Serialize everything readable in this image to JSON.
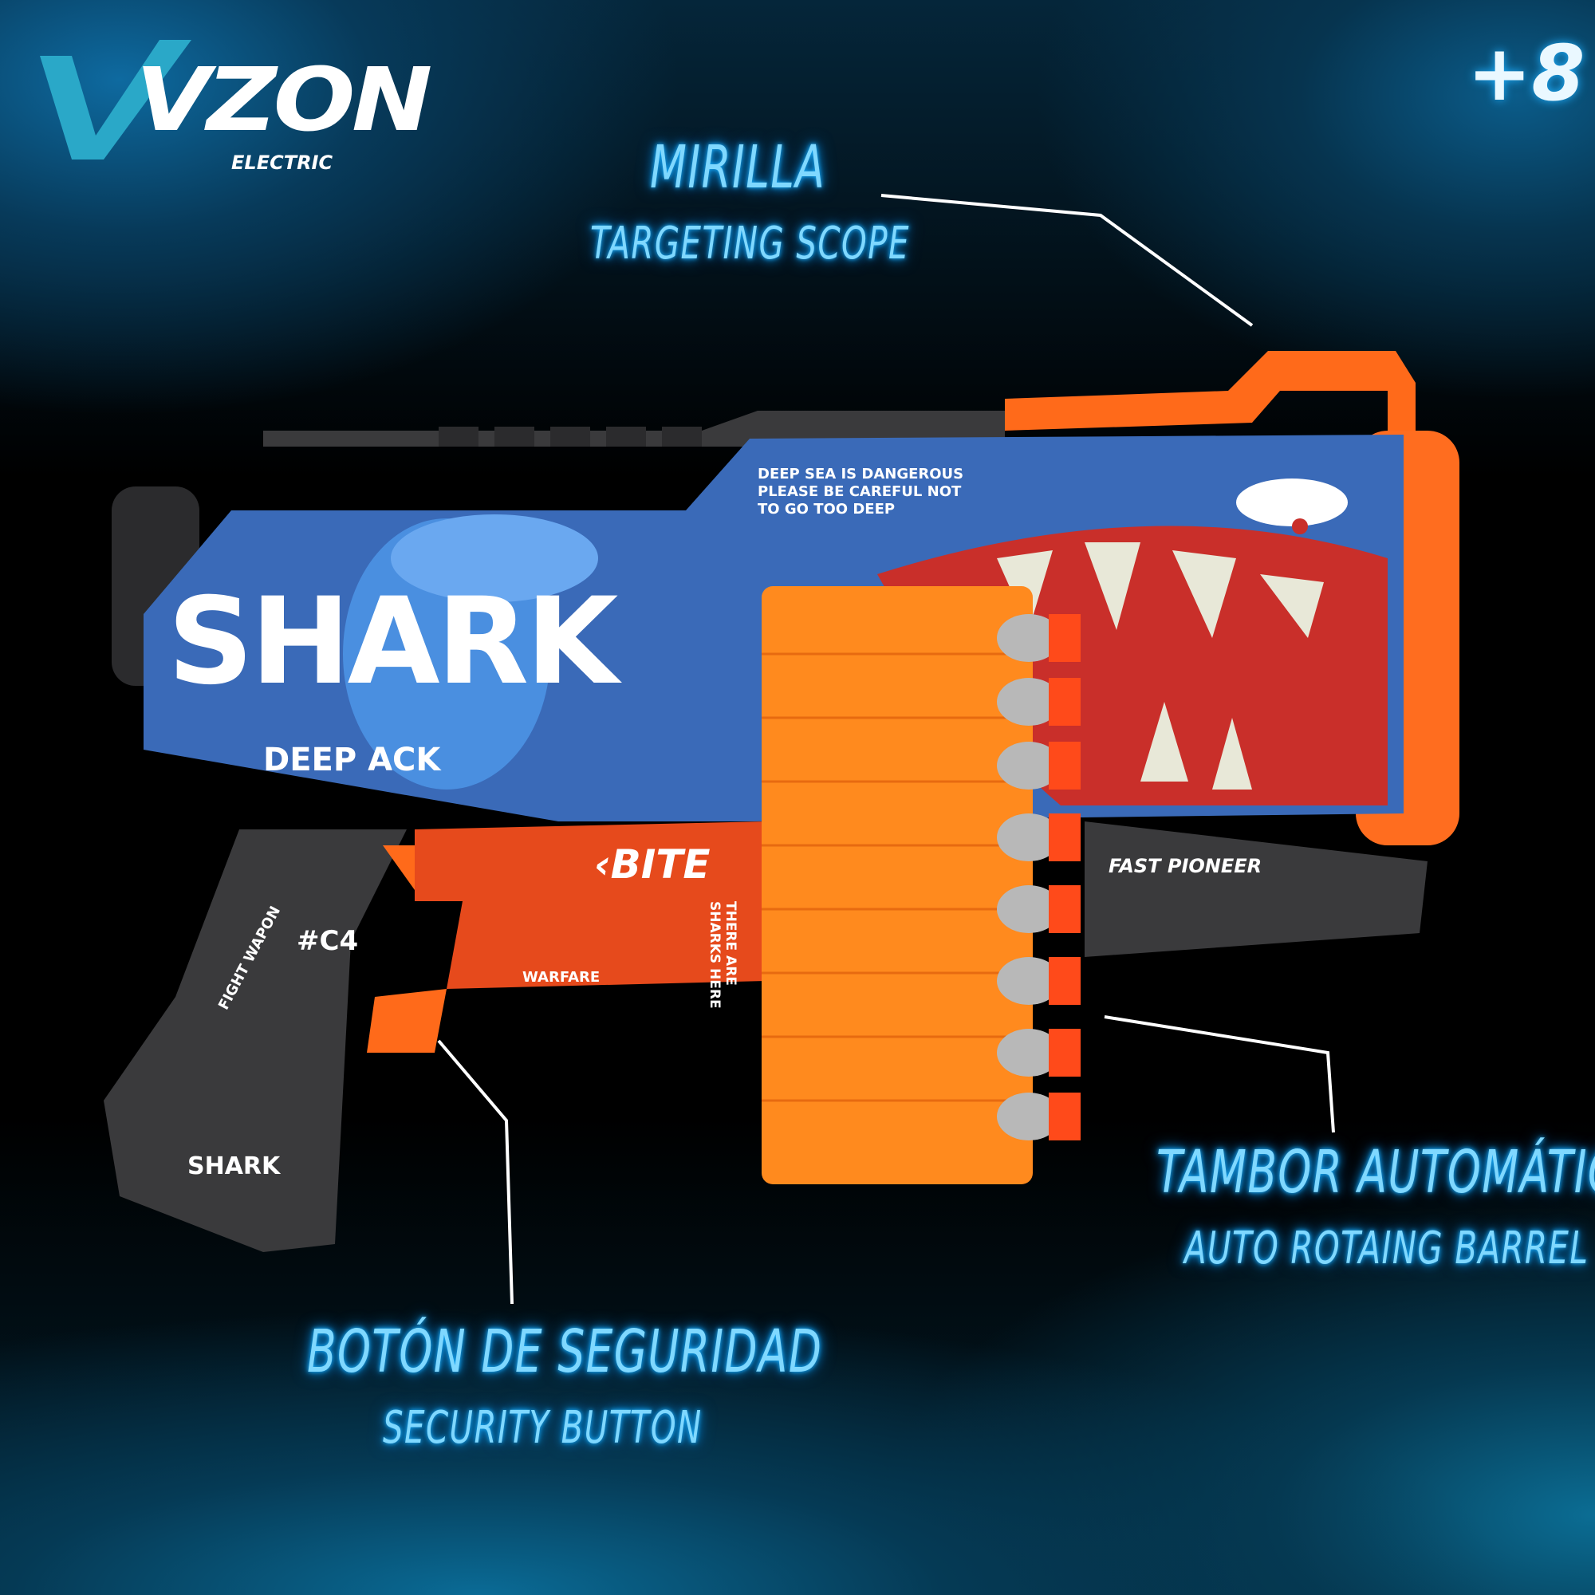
{
  "brand": {
    "logo_text": "VZON",
    "logo_sub": "ELECTRIC"
  },
  "badge": "+8",
  "callouts": [
    {
      "title": "MIRILLA",
      "subtitle": "TARGETING SCOPE"
    },
    {
      "title": "BOTÓN DE SEGURIDAD",
      "subtitle": "SECURITY BUTTON"
    },
    {
      "title": "TAMBOR AUTOMÁTICO",
      "subtitle": "AUTO ROTAING BARREL"
    }
  ],
  "product_print": {
    "warning": [
      "DEEP SEA IS DANGEROUS",
      "PLEASE BE CAREFUL NOT",
      "TO GO TOO DEEP"
    ],
    "shark": "SHARK",
    "deep_attack": "DEEP   ACK",
    "bite": "‹BITE",
    "sharks_here": "THERE ARE SHARKS HERE",
    "fight": "FIGHT WAPON",
    "code": "#C4",
    "warfare": "WARFARE",
    "pioneer": "FAST PIONEER",
    "grip_label": "SHARK"
  },
  "colors": {
    "neon": "#7fd8ff",
    "orange": "#ff7a1a",
    "blue": "#3a6ab8",
    "body": "#3a3a3c"
  }
}
